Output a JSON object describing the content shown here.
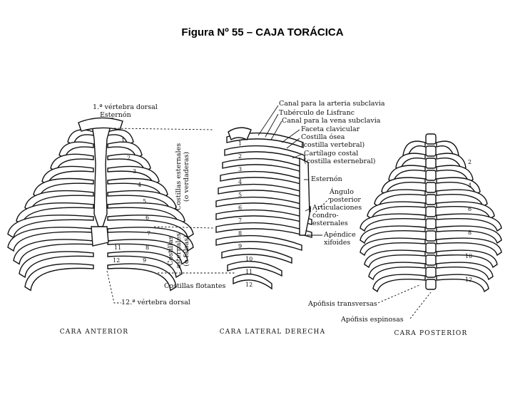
{
  "title": "Figura Nº 55 – CAJA TORÁCICA",
  "views": {
    "anterior": {
      "caption": "CARA ANTERIOR",
      "labels": {
        "v1": "1.ª vértebra dorsal",
        "esternon": "Esternón",
        "v12": "12.ª vértebra dorsal"
      },
      "rib_numbers": [
        "1",
        "2",
        "3",
        "4",
        "5",
        "6",
        "7",
        "8",
        "9",
        "11",
        "12"
      ]
    },
    "lateral": {
      "caption": "CARA LATERAL DERECHA",
      "labels": {
        "canal_arteria": "Canal para la arteria subclavia",
        "tuberculo": "Tubérculo de Lisfranc",
        "canal_vena": "Canal para la vena subclavia",
        "faceta": "Faceta clavicular",
        "costilla_osea_1": "Costilla ósea",
        "costilla_osea_2": "(costilla vertebral)",
        "cartilago_1": "Cartílago costal",
        "cartilago_2": "(costilla esternebral)",
        "esternon": "Esternón",
        "angulo_1": "Ángulo",
        "angulo_2": "posterior",
        "artic_1": "Articulaciones",
        "artic_2": "condro-",
        "artic_3": "esternales",
        "apendice_1": "Apéndice",
        "apendice_2": "xifoides"
      },
      "rib_numbers": [
        "1",
        "2",
        "3",
        "4",
        "5",
        "6",
        "7",
        "8",
        "9",
        "10",
        "11",
        "12"
      ]
    },
    "posterior": {
      "caption": "CARA POSTERIOR",
      "labels": {
        "transversas": "Apófisis transversas",
        "espinosas": "Apófisis espinosas"
      },
      "rib_numbers": [
        "2",
        "4",
        "6",
        "8",
        "10",
        "12"
      ]
    }
  },
  "center_labels": {
    "esternales_1": "Costillas esternales",
    "esternales_2": "(o verdaderas)",
    "asternales_1": "Costillas",
    "asternales_2": "asternales",
    "asternales_3": "(o falsas)",
    "flotantes": "Costillas flotantes"
  }
}
